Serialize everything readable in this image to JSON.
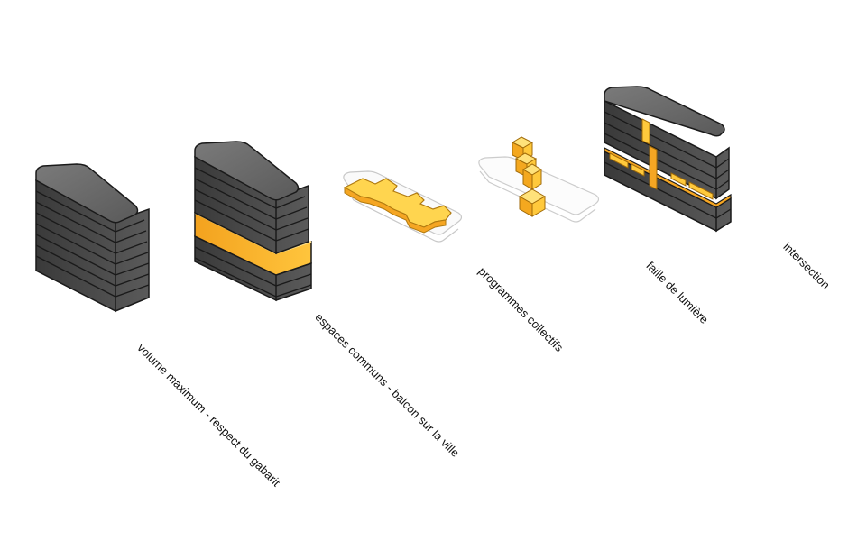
{
  "diagram": {
    "steps": [
      {
        "id": "volume",
        "caption": "volume maximum - respect du gabarit"
      },
      {
        "id": "espaces",
        "caption": "espaces communs - balcon sur la ville"
      },
      {
        "id": "programmes",
        "caption": "programmes  collectifs"
      },
      {
        "id": "faille",
        "caption": "faille de lumière"
      },
      {
        "id": "intersection",
        "caption": "intersection"
      }
    ],
    "colors": {
      "slab_top": "#6b6b6b",
      "slab_side": "#474747",
      "slab_edge": "#1a1a1a",
      "highlight_top": "#ffd25a",
      "highlight_side": "#f5a623",
      "ghost_outline": "#c8c8c8"
    }
  }
}
